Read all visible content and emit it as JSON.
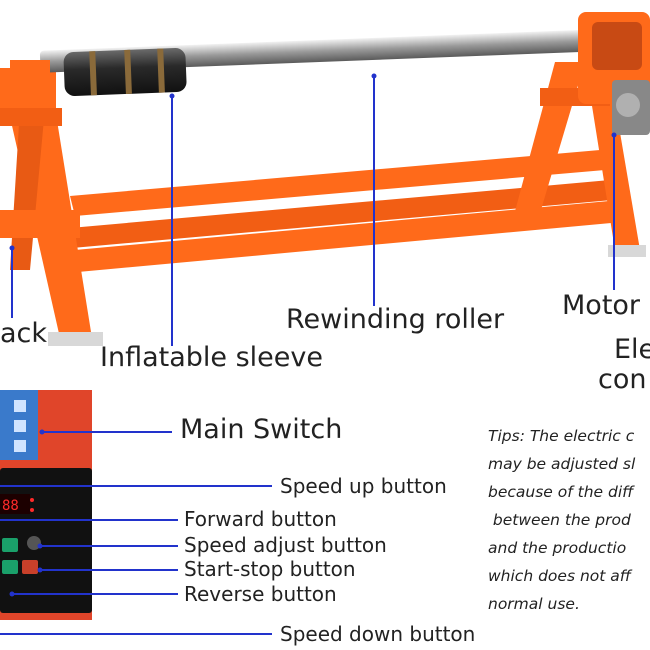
{
  "labels": {
    "rack": "ack",
    "inflatable_sleeve": "Inflatable sleeve",
    "rewinding_roller": "Rewinding roller",
    "motor": "Motor",
    "electric_control_line1": "Ele",
    "electric_control_line2": "con",
    "main_switch": "Main Switch",
    "speed_up_button": "Speed up button",
    "forward_button": "Forward button",
    "speed_adjust_button": "Speed adjust button",
    "start_stop_button": "Start-stop button",
    "reverse_button": "Reverse button",
    "speed_down_button": "Speed down button"
  },
  "tips": [
    "Tips: The electric c",
    "may be adjusted sl",
    "because of the diff",
    " between the prod",
    "and the productio",
    "which does not aff",
    "normal use."
  ],
  "colors": {
    "frame_orange": "#ff6a1a",
    "callout_line": "#2233cc",
    "panel_red": "#e0452a"
  }
}
